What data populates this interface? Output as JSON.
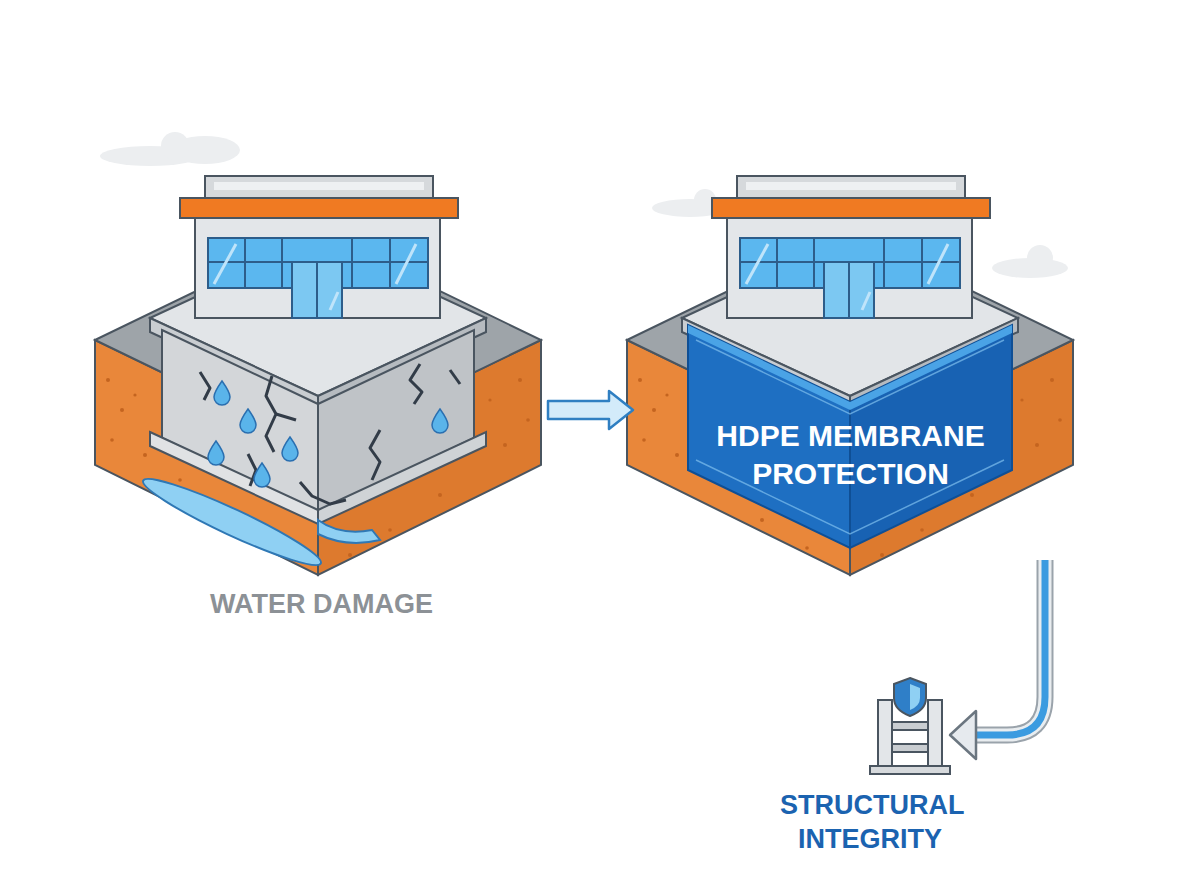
{
  "diagram": {
    "nodes": [
      {
        "text": [
          "WATER DAMAGE"
        ]
      },
      {
        "text": [
          "HDPE MEMBRANE PROTECTION"
        ]
      },
      {
        "text": [
          "STRUCTURAL INTEGRITY"
        ]
      }
    ],
    "edges": [
      {
        "from": 0,
        "to": 1,
        "arrow": "to"
      },
      {
        "from": 1,
        "to": 2,
        "arrow": "to"
      }
    ]
  }
}
